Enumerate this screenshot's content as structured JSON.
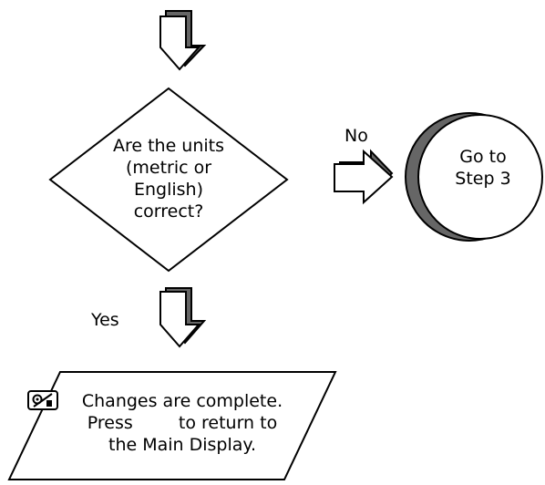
{
  "flowchart": {
    "decision": {
      "lines": [
        "Are the units",
        "(metric or",
        "English)",
        "correct?"
      ]
    },
    "branch_no": {
      "label": "No",
      "target_lines": [
        "Go to",
        "Step 3"
      ]
    },
    "branch_yes": {
      "label": "Yes"
    },
    "result": {
      "line1": "Changes are complete.",
      "line2_before": "Press",
      "line2_icon": "settings-clear-key-icon",
      "line2_after": "to return to",
      "line3": "the Main Display."
    }
  },
  "colors": {
    "stroke": "#000000",
    "shadow": "#666666",
    "fill": "#ffffff"
  }
}
